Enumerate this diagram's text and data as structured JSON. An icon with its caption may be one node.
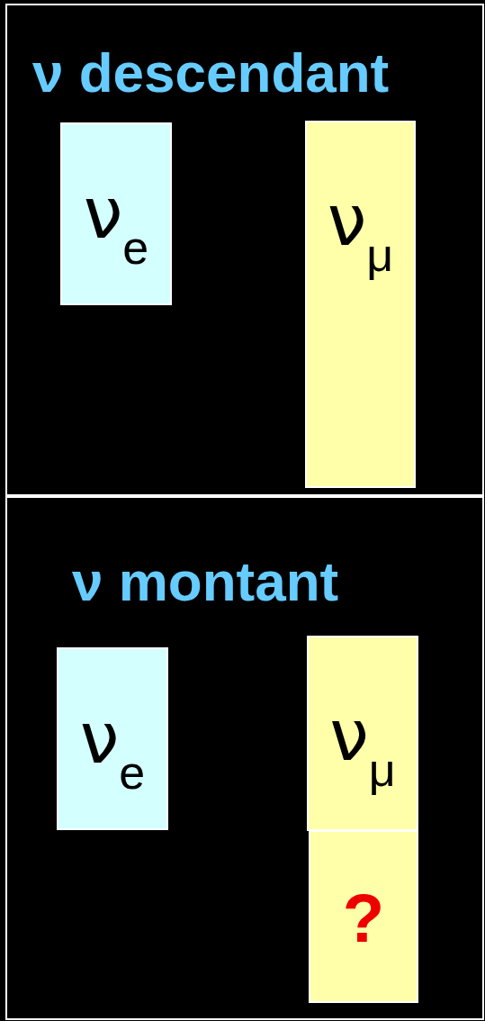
{
  "diagram": {
    "nodes": [
      {
        "text": [
          "ν descendant"
        ]
      },
      {
        "text": [
          "ν$_{e}$"
        ],
        "in": 0
      },
      {
        "text": [
          "ν$_{μ}$"
        ],
        "in": 0
      },
      {
        "text": [
          "ν montant"
        ]
      },
      {
        "text": [
          "ν$_{e}$"
        ],
        "in": 3
      },
      {
        "text": [
          "ν$_{μ}$"
        ],
        "in": 3
      },
      {
        "text": [
          "?"
        ],
        "in": 3
      }
    ]
  }
}
